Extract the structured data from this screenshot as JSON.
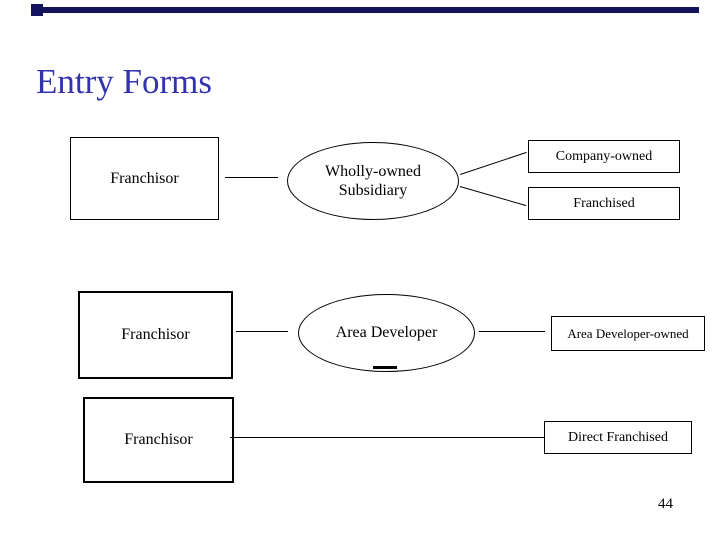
{
  "slide": {
    "title": "Entry Forms",
    "page_number": "44"
  },
  "colors": {
    "title_text": "#3333ae",
    "accent_bar": "#14145e",
    "diagram_stroke": "#000000",
    "background": "#ffffff"
  },
  "diagram": {
    "row1": {
      "source": "Franchisor",
      "hub_line1": "Wholly-owned",
      "hub_line2": "Subsidiary",
      "outcome1": "Company-owned",
      "outcome2": "Franchised"
    },
    "row2": {
      "source": "Franchisor",
      "hub": "Area Developer",
      "outcome": "Area Developer-owned"
    },
    "row3": {
      "source": "Franchisor",
      "outcome": "Direct Franchised"
    }
  }
}
